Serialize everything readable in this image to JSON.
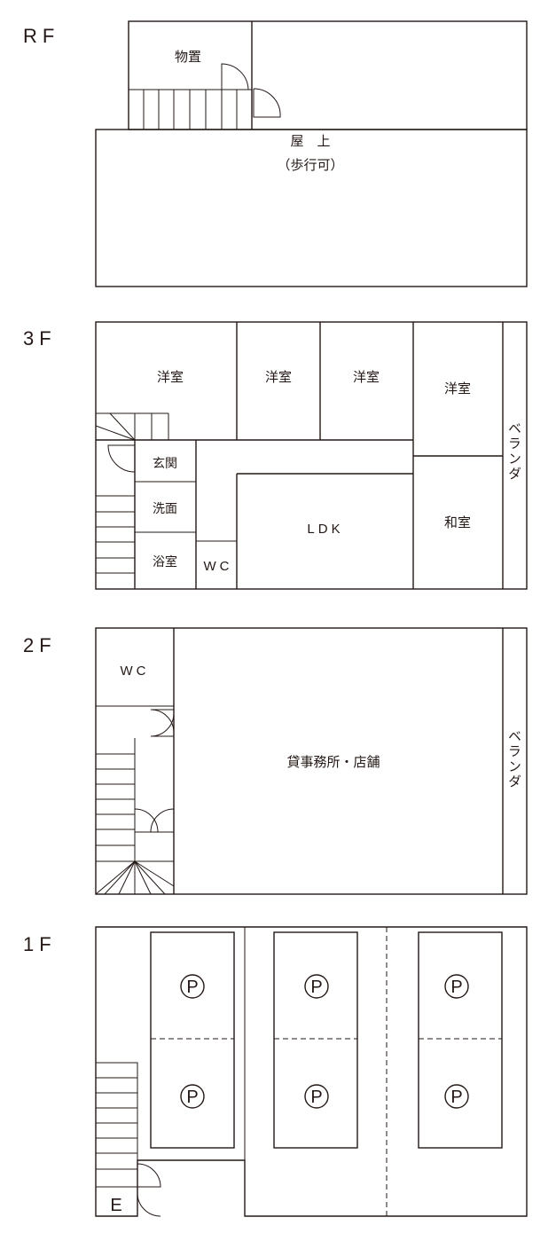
{
  "floors": {
    "rf": {
      "label": "RF",
      "storage": "物置",
      "rooftop": "屋　上",
      "rooftop_note": "（歩行可）"
    },
    "f3": {
      "label": "3F",
      "western_room": "洋室",
      "entrance": "玄関",
      "washroom": "洗面",
      "bathroom": "浴室",
      "wc": "WC",
      "ldk": "LDK",
      "japanese_room": "和室",
      "veranda": "ベランダ"
    },
    "f2": {
      "label": "2F",
      "wc": "WC",
      "office": "貸事務所・店舗",
      "veranda": "ベランダ"
    },
    "f1": {
      "label": "1F",
      "parking_symbol": "P",
      "elevator": "E"
    }
  }
}
